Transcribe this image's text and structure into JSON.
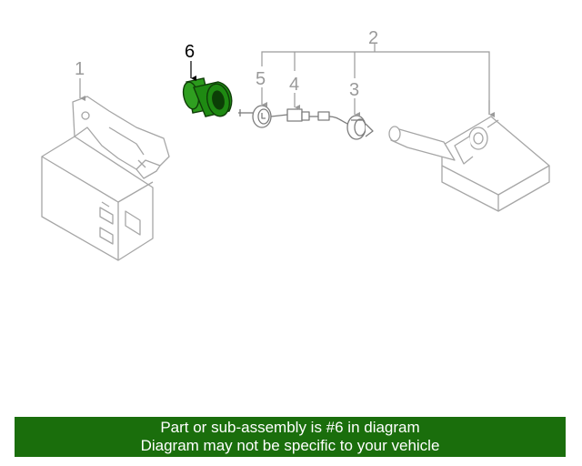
{
  "callouts": {
    "c1": "1",
    "c2": "2",
    "c3": "3",
    "c4": "4",
    "c5": "5",
    "c6": "6"
  },
  "highlight_color": "#1e8a12",
  "banner": {
    "line1": "Part or sub-assembly is #6 in diagram",
    "line2": "Diagram may not be specific to your vehicle",
    "background": "#1a6e0c"
  }
}
